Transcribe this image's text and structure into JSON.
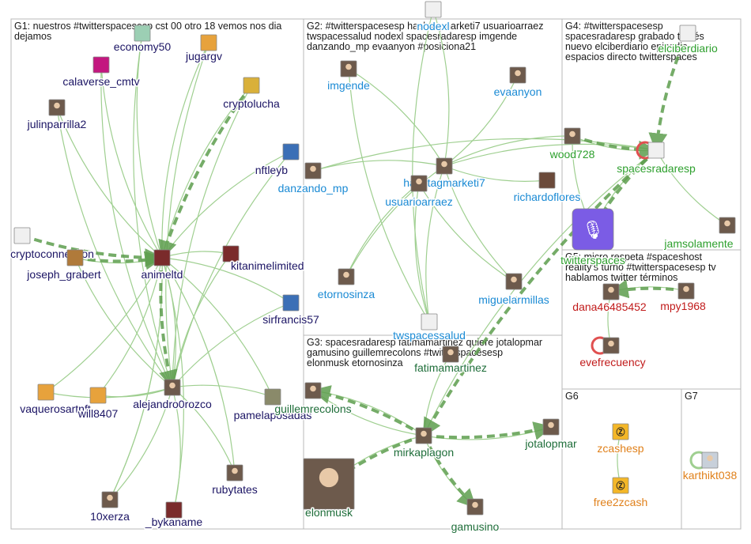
{
  "groups": [
    {
      "id": "G1",
      "lines": [
        "G1: nuestros #twitterspacesesp cst 00 otro 18 vemos nos dia",
        "dejamos"
      ]
    },
    {
      "id": "G2",
      "lines": [
        "G2: #twitterspacesesp hashtagmarketi7 usuarioarraez",
        "twspacessalud nodexl spacesradaresp imgende",
        "danzando_mp evaanyon #posiciona21"
      ]
    },
    {
      "id": "G4",
      "lines": [
        "G4: #twitterspacesesp",
        "spacesradaresp grabado través",
        "nuevo elciberdiario episodio",
        "espacios directo twitterspaces"
      ]
    },
    {
      "id": "G5",
      "lines": [
        "G5: micro respeta #spaceshost",
        "reality's turno #twitterspacesesp tv",
        "hablamos twitter términos"
      ]
    },
    {
      "id": "G3",
      "lines": [
        "G3: spacesradaresp fatimamartinez quiere jotalopmar",
        "gamusino guillemrecolons #twitterspacesesp",
        "elonmusk etornosinza"
      ]
    },
    {
      "id": "G6",
      "lines": [
        "G6"
      ]
    },
    {
      "id": "G7",
      "lines": [
        "G7"
      ]
    }
  ],
  "colors": {
    "g1": "#1b1464",
    "g2": "#1a8ad4",
    "g3": "#1f6e3a",
    "g4": "#2ea02e",
    "g5": "#c11b1b",
    "g6": "#e0801a",
    "edge": "#5e9e4e",
    "edge_light": "#9fcf90",
    "box": "#b8b8b8"
  },
  "nodes": [
    {
      "id": "economy50",
      "label": "economy50",
      "group": "g1",
      "icon": "statue-avatar"
    },
    {
      "id": "jugargv",
      "label": "jugargv",
      "group": "g1",
      "icon": "cartoon-avatar"
    },
    {
      "id": "calaverse_cmtv",
      "label": "calaverse_cmtv",
      "group": "g1",
      "icon": "skull-avatar"
    },
    {
      "id": "cryptolucha",
      "label": "cryptolucha",
      "group": "g1",
      "icon": "luchador-avatar"
    },
    {
      "id": "julinparrilla2",
      "label": "julinparrilla2",
      "group": "g1",
      "icon": "person-avatar"
    },
    {
      "id": "nftleyb",
      "label": "nftleyb",
      "group": "g1",
      "icon": "pixel-avatar"
    },
    {
      "id": "cryptoconnection",
      "label": "cryptoconnection",
      "group": "g1",
      "icon": "logo-avatar"
    },
    {
      "id": "joseph_grabert",
      "label": "joseph_grabert",
      "group": "g1",
      "icon": "monkey-avatar"
    },
    {
      "id": "animeltd",
      "label": "animeltd",
      "group": "g1",
      "icon": "anime-avatar"
    },
    {
      "id": "kitanimelimited",
      "label": "kitanimelimited",
      "group": "g1",
      "icon": "anime-avatar"
    },
    {
      "id": "sirfrancis57",
      "label": "sirfrancis57",
      "group": "g1",
      "icon": "pixel-avatar"
    },
    {
      "id": "vaquerosart",
      "label": "vaquerosartnft",
      "group": "g1",
      "icon": "cartoon-avatar"
    },
    {
      "id": "will8407",
      "label": "will8407",
      "group": "g1",
      "icon": "cartoon-avatar"
    },
    {
      "id": "alejandro0rozco",
      "label": "alejandro0rozco",
      "group": "g1",
      "icon": "person-avatar"
    },
    {
      "id": "pamelaposadas",
      "label": "pamelaposadas",
      "group": "g1",
      "icon": "photo-avatar"
    },
    {
      "id": "rubytates",
      "label": "rubytates",
      "group": "g1",
      "icon": "person-avatar"
    },
    {
      "id": "10xerza",
      "label": "10xerza",
      "group": "g1",
      "icon": "person-avatar"
    },
    {
      "id": "_bykaname",
      "label": "_bykaname",
      "group": "g1",
      "icon": "anime-avatar"
    },
    {
      "id": "nodexl",
      "label": "nodexl",
      "group": "g2",
      "icon": "logo-avatar"
    },
    {
      "id": "imgende",
      "label": "imgende",
      "group": "g2",
      "icon": "person-avatar"
    },
    {
      "id": "evaanyon",
      "label": "evaanyon",
      "group": "g2",
      "icon": "person-avatar"
    },
    {
      "id": "danzando_mp",
      "label": "danzando_mp",
      "group": "g2",
      "icon": "person-avatar"
    },
    {
      "id": "hashtagmarketi7",
      "label": "hashtagmarketi7",
      "group": "g2",
      "icon": "person-avatar"
    },
    {
      "id": "usuarioarraez",
      "label": "usuarioarraez",
      "group": "g2",
      "icon": "person-avatar"
    },
    {
      "id": "richardoflores",
      "label": "richardoflores",
      "group": "g2",
      "icon": "letter-avatar"
    },
    {
      "id": "etornosinza",
      "label": "etornosinza",
      "group": "g2",
      "icon": "person-avatar"
    },
    {
      "id": "miguelarmillas",
      "label": "miguelarmillas",
      "group": "g2",
      "icon": "person-avatar"
    },
    {
      "id": "twspacessalud",
      "label": "twspacessalud",
      "group": "g2",
      "icon": "logo-avatar"
    },
    {
      "id": "fatimamartinez",
      "label": "fatimamartinez",
      "group": "g3",
      "icon": "person-avatar"
    },
    {
      "id": "guillemrecolons",
      "label": "guillemrecolons",
      "group": "g3",
      "icon": "person-avatar"
    },
    {
      "id": "mirkaplagon",
      "label": "mirkaplagon",
      "group": "g3",
      "icon": "person-avatar"
    },
    {
      "id": "jotalopmar",
      "label": "jotalopmar",
      "group": "g3",
      "icon": "person-avatar"
    },
    {
      "id": "elonmusk",
      "label": "elonmusk",
      "group": "g3",
      "icon": "person-avatar"
    },
    {
      "id": "gamusino",
      "label": "gamusino",
      "group": "g3",
      "icon": "person-avatar"
    },
    {
      "id": "elciberdiario",
      "label": "elciberdiario",
      "group": "g4",
      "icon": "logo-avatar"
    },
    {
      "id": "wood728",
      "label": "wood728",
      "group": "g4",
      "icon": "person-avatar"
    },
    {
      "id": "spacesradaresp",
      "label": "spacesradaresp",
      "group": "g4",
      "icon": "logo-avatar"
    },
    {
      "id": "twitterspaces",
      "label": "twitterspaces",
      "group": "g4",
      "icon": "spaces-avatar"
    },
    {
      "id": "jamsolamente",
      "label": "jamsolamente",
      "group": "g4",
      "icon": "person-avatar"
    },
    {
      "id": "dana46485452",
      "label": "dana46485452",
      "group": "g5",
      "icon": "person-avatar"
    },
    {
      "id": "mpy1968",
      "label": "mpy1968",
      "group": "g5",
      "icon": "person-avatar"
    },
    {
      "id": "evefrecuency",
      "label": "evefrecuency",
      "group": "g5",
      "icon": "person-avatar"
    },
    {
      "id": "zcashesp",
      "label": "zcashesp",
      "group": "g6",
      "icon": "coin-avatar"
    },
    {
      "id": "free2zcash",
      "label": "free2zcash",
      "group": "g6",
      "icon": "coin-avatar"
    },
    {
      "id": "karthikt038",
      "label": "karthikt038",
      "group": "g6",
      "icon": "default-avatar"
    }
  ],
  "edges": [
    [
      "economy50",
      "animeltd"
    ],
    [
      "jugargv",
      "animeltd"
    ],
    [
      "calaverse_cmtv",
      "animeltd"
    ],
    [
      "cryptolucha",
      "animeltd"
    ],
    [
      "julinparrilla2",
      "animeltd"
    ],
    [
      "nftleyb",
      "animeltd"
    ],
    [
      "joseph_grabert",
      "animeltd"
    ],
    [
      "kitanimelimited",
      "animeltd"
    ],
    [
      "sirfrancis57",
      "animeltd"
    ],
    [
      "vaquerosart",
      "animeltd"
    ],
    [
      "will8407",
      "animeltd"
    ],
    [
      "alejandro0rozco",
      "animeltd"
    ],
    [
      "pamelaposadas",
      "animeltd"
    ],
    [
      "rubytates",
      "animeltd"
    ],
    [
      "10xerza",
      "animeltd"
    ],
    [
      "_bykaname",
      "animeltd"
    ],
    [
      "economy50",
      "alejandro0rozco"
    ],
    [
      "jugargv",
      "alejandro0rozco"
    ],
    [
      "calaverse_cmtv",
      "alejandro0rozco"
    ],
    [
      "cryptolucha",
      "alejandro0rozco"
    ],
    [
      "julinparrilla2",
      "alejandro0rozco"
    ],
    [
      "nftleyb",
      "alejandro0rozco"
    ],
    [
      "joseph_grabert",
      "alejandro0rozco"
    ],
    [
      "kitanimelimited",
      "alejandro0rozco"
    ],
    [
      "sirfrancis57",
      "alejandro0rozco"
    ],
    [
      "vaquerosart",
      "alejandro0rozco"
    ],
    [
      "will8407",
      "alejandro0rozco"
    ],
    [
      "pamelaposadas",
      "alejandro0rozco"
    ],
    [
      "rubytates",
      "alejandro0rozco"
    ],
    [
      "10xerza",
      "alejandro0rozco"
    ],
    [
      "_bykaname",
      "alejandro0rozco"
    ],
    [
      "10xerza",
      "animeltd"
    ],
    [
      "hashtagmarketi7",
      "danzando_mp"
    ],
    [
      "hashtagmarketi7",
      "imgende"
    ],
    [
      "hashtagmarketi7",
      "evaanyon"
    ],
    [
      "hashtagmarketi7",
      "nodexl"
    ],
    [
      "hashtagmarketi7",
      "richardoflores"
    ],
    [
      "hashtagmarketi7",
      "etornosinza"
    ],
    [
      "hashtagmarketi7",
      "miguelarmillas"
    ],
    [
      "hashtagmarketi7",
      "twspacessalud"
    ],
    [
      "usuarioarraez",
      "twspacessalud"
    ],
    [
      "usuarioarraez",
      "etornosinza"
    ],
    [
      "usuarioarraez",
      "miguelarmillas"
    ],
    [
      "imgende",
      "twspacessalud"
    ],
    [
      "nodexl",
      "twspacessalud"
    ],
    [
      "wood728",
      "hashtagmarketi7"
    ],
    [
      "spacesradaresp",
      "hashtagmarketi7"
    ],
    [
      "spacesradaresp",
      "danzando_mp"
    ],
    [
      "spacesradaresp",
      "twitterspaces"
    ],
    [
      "spacesradaresp",
      "jamsolamente"
    ],
    [
      "wood728",
      "twitterspaces"
    ],
    [
      "wood728",
      "spacesradaresp"
    ],
    [
      "spacesradaresp",
      "mirkaplagon"
    ],
    [
      "mirkaplagon",
      "guillemrecolons"
    ],
    [
      "mirkaplagon",
      "elonmusk"
    ],
    [
      "mirkaplagon",
      "jotalopmar"
    ],
    [
      "mirkaplagon",
      "gamusino"
    ],
    [
      "fatimamartinez",
      "mirkaplagon"
    ],
    [
      "guillemrecolons",
      "mirkaplagon"
    ],
    [
      "mpy1968",
      "dana46485452"
    ],
    [
      "dana46485452",
      "evefrecuency"
    ],
    [
      "zcashesp",
      "free2zcash"
    ]
  ],
  "thick_edges": [
    [
      "cryptolucha",
      "animeltd"
    ],
    [
      "cryptoconnection",
      "animeltd"
    ],
    [
      "joseph_grabert",
      "animeltd"
    ],
    [
      "animeltd",
      "alejandro0rozco"
    ],
    [
      "spacesradaresp",
      "twitterspaces"
    ],
    [
      "elciberdiario",
      "spacesradaresp"
    ],
    [
      "wood728",
      "spacesradaresp"
    ],
    [
      "spacesradaresp",
      "mirkaplagon"
    ],
    [
      "mirkaplagon",
      "guillemrecolons"
    ],
    [
      "mirkaplagon",
      "elonmusk"
    ],
    [
      "mirkaplagon",
      "jotalopmar"
    ],
    [
      "mirkaplagon",
      "gamusino"
    ],
    [
      "mpy1968",
      "dana46485452"
    ]
  ],
  "self_loops": [
    "spacesradaresp",
    "evefrecuency",
    "karthikt038"
  ]
}
